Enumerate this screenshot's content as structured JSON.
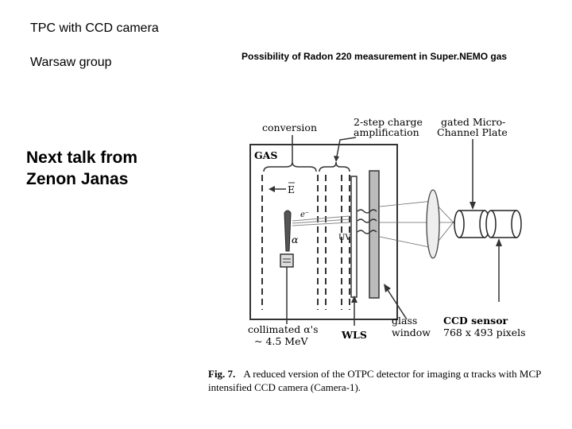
{
  "slide": {
    "title": "TPC with CCD camera",
    "group": "Warsaw group",
    "next_talk_line1": "Next talk from",
    "next_talk_line2": "Zenon Janas",
    "radon_heading": "Possibility of Radon 220 measurement in Super.NEMO gas"
  },
  "diagram": {
    "conversion": "conversion",
    "charge_amp_line1": "2-step charge",
    "charge_amp_line2": "amplification",
    "mcp_line1": "gated Micro-",
    "mcp_line2": "Channel Plate",
    "gas": "GAS",
    "efield": "E",
    "electron": "e⁻",
    "alpha": "α",
    "uv": "UV",
    "collimated_line1": "collimated α's",
    "collimated_line2": "~ 4.5 MeV",
    "wls": "WLS",
    "glass_line1": "glass",
    "glass_line2": "window",
    "ccd_line1": "CCD sensor",
    "ccd_line2": "768 x 493 pixels"
  },
  "caption": {
    "fig": "Fig. 7.",
    "text": "A reduced version of the OTPC detector for imaging α tracks with MCP intensified CCD camera (Camera-1)."
  }
}
